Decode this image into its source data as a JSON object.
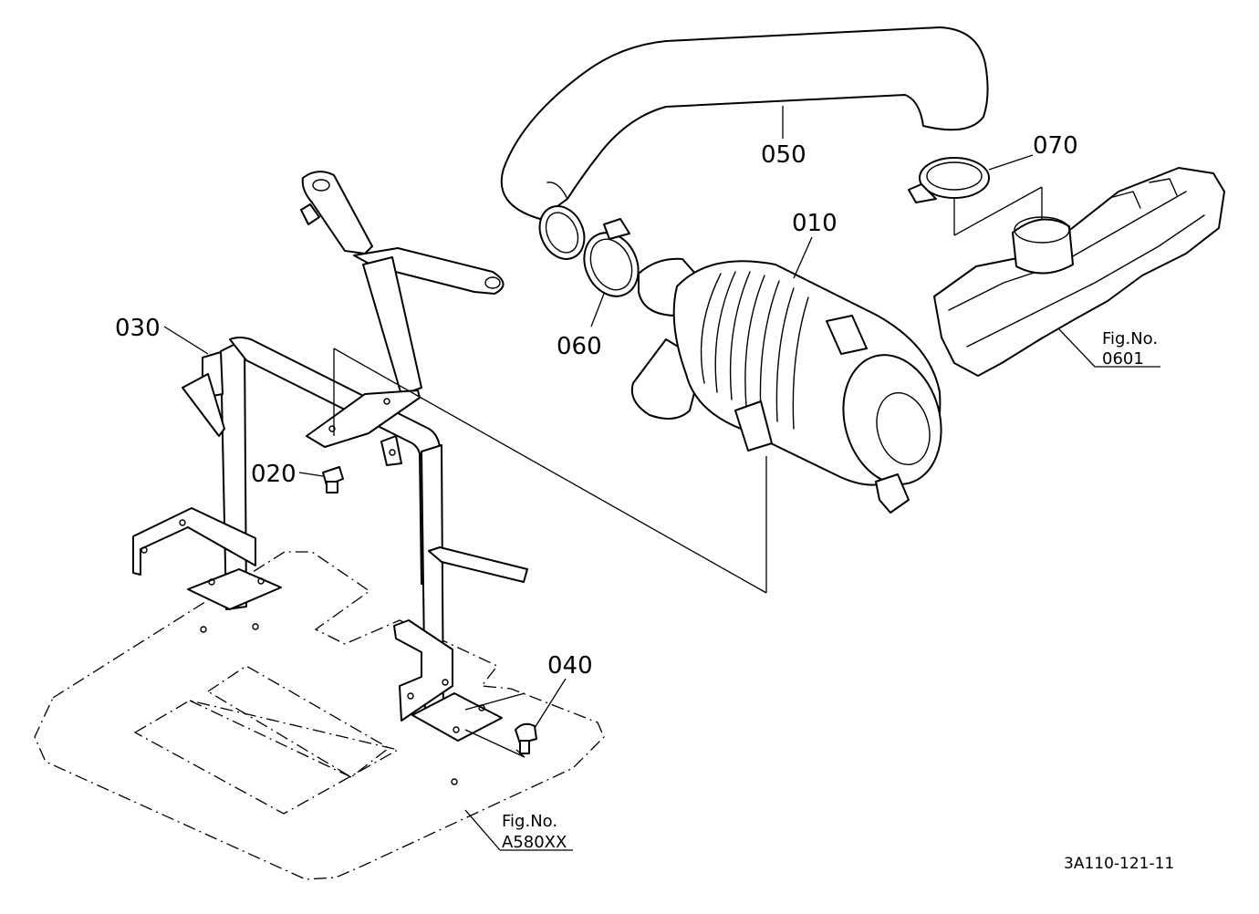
{
  "callouts": {
    "p010": "010",
    "p020": "020",
    "p030": "030",
    "p040": "040",
    "p050": "050",
    "p060": "060",
    "p070": "070"
  },
  "references": {
    "engine_ref_label": "Fig.No.",
    "engine_ref_number": "0601",
    "floor_ref_label": "Fig.No.",
    "floor_ref_number": "A580XX"
  },
  "drawing_code": "3A110-121-11"
}
